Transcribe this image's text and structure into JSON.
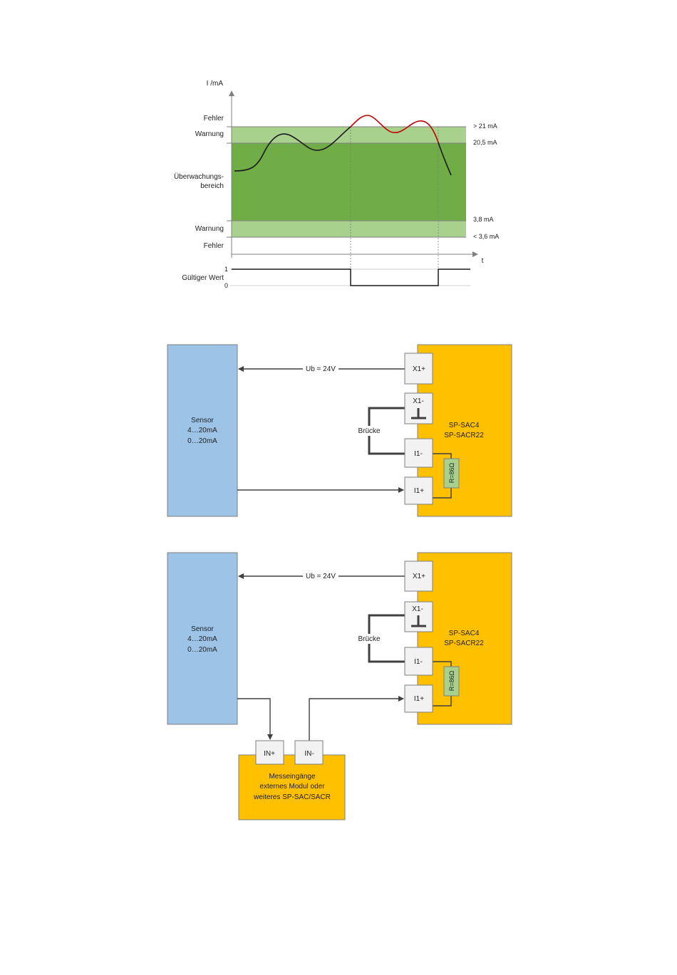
{
  "timing_chart": {
    "y_axis_label": "I /mA",
    "x_axis_label": "t",
    "zones": {
      "fehler_top": "Fehler",
      "warnung_top": "Warnung",
      "monitoring_line1": "Überwachungs-",
      "monitoring_line2": "bereich",
      "warnung_bottom": "Warnung",
      "fehler_bottom": "Fehler"
    },
    "thresholds": {
      "t1": "> 21 mA",
      "t2": "20,5 mA",
      "t3": "3,8 mA",
      "t4": "< 3,6 mA"
    },
    "valid_signal": {
      "label": "Gültiger Wert",
      "high": "1",
      "low": "0"
    },
    "colors": {
      "monitoring_zone": "#70ad47",
      "warning_zone": "#a9d18e",
      "curve_normal": "#1a1a1a",
      "curve_error": "#c00000"
    }
  },
  "wiring_diagram_1": {
    "sensor_lines": [
      "Sensor",
      "4…20mA",
      "0…20mA"
    ],
    "supply_label": "Ub = 24V",
    "bridge_label": "Brücke",
    "module_lines": [
      "SP-SAC4",
      "SP-SACR22"
    ],
    "terminals": {
      "x1p": "X1+",
      "x1m": "X1-",
      "i1m": "I1-",
      "i1p": "I1+"
    },
    "resistor_label": "R=86Ω"
  },
  "wiring_diagram_2": {
    "sensor_lines": [
      "Sensor",
      "4…20mA",
      "0…20mA"
    ],
    "supply_label": "Ub = 24V",
    "bridge_label": "Brücke",
    "module_lines": [
      "SP-SAC4",
      "SP-SACR22"
    ],
    "terminals": {
      "x1p": "X1+",
      "x1m": "X1-",
      "i1m": "I1-",
      "i1p": "I1+"
    },
    "resistor_label": "R=86Ω",
    "ext_terminals": {
      "inp": "IN+",
      "inm": "IN-"
    },
    "ext_module_lines": [
      "Messeingänge",
      "externes Modul oder",
      "weiteres SP-SAC/SACR"
    ]
  },
  "colors": {
    "sensor_fill": "#9dc3e6",
    "module_fill": "#ffc000",
    "terminal_fill": "#f2f2f2",
    "resistor_fill": "#a9d18e"
  }
}
